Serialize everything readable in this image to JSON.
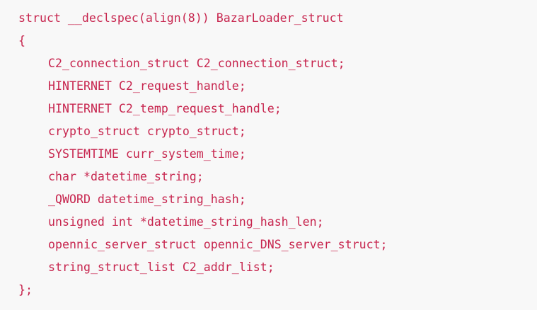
{
  "code": {
    "lines": [
      "struct __declspec(align(8)) BazarLoader_struct",
      "{",
      "C2_connection_struct C2_connection_struct;",
      "HINTERNET C2_request_handle;",
      "HINTERNET C2_temp_request_handle;",
      "crypto_struct crypto_struct;",
      "SYSTEMTIME curr_system_time;",
      "char *datetime_string;",
      "_QWORD datetime_string_hash;",
      "unsigned int *datetime_string_hash_len;",
      "opennic_server_struct opennic_DNS_server_struct;",
      "string_struct_list C2_addr_list;",
      "};"
    ],
    "text_color": "#c7254e",
    "background_color": "#f8f8f8"
  }
}
